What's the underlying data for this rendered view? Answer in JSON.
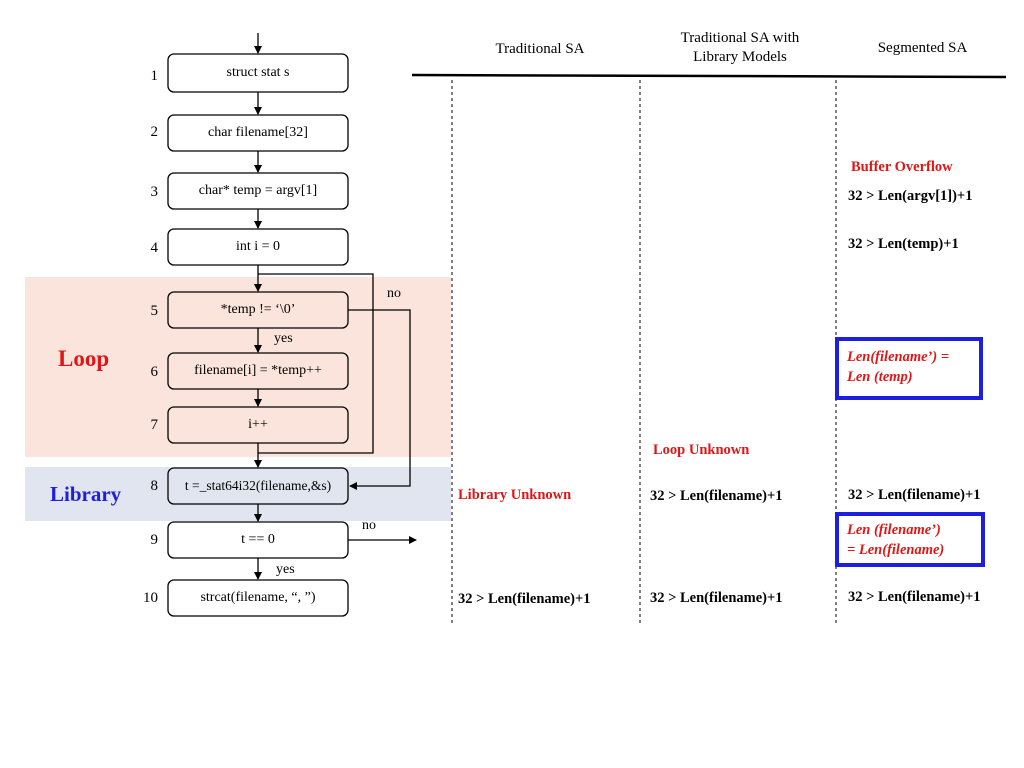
{
  "colors": {
    "loop_band": "#fbe4dc",
    "library_band": "#e1e5ef",
    "loop_label": "#e01616",
    "library_label": "#1d1fe0",
    "warning_text": "#e01616",
    "highlight_box": "#1d1fe0",
    "node_fill": "#ffffff",
    "line": "#000000"
  },
  "sections": {
    "loop_label": "Loop",
    "library_label": "Library"
  },
  "nodes": [
    {
      "num": "1",
      "text": "struct stat s"
    },
    {
      "num": "2",
      "text": "char filename[32]"
    },
    {
      "num": "3",
      "text": "char* temp = argv[1]"
    },
    {
      "num": "4",
      "text": "int i = 0"
    },
    {
      "num": "5",
      "text": "*temp != ‘\\0’"
    },
    {
      "num": "6",
      "text": "filename[i] = *temp++"
    },
    {
      "num": "7",
      "text": "i++"
    },
    {
      "num": "8",
      "text": "t =_stat64i32(filename,&s)"
    },
    {
      "num": "9",
      "text": "t == 0"
    },
    {
      "num": "10",
      "text": "strcat(filename, “, ”)"
    }
  ],
  "edge_labels": {
    "node5_yes": "yes",
    "node5_no": "no",
    "node9_yes": "yes",
    "node9_no": "no"
  },
  "columns": [
    {
      "header": "Traditional SA"
    },
    {
      "header_line1": "Traditional SA with",
      "header_line2": "Library Models"
    },
    {
      "header": "Segmented SA"
    }
  ],
  "traditional_sa": {
    "library_unknown": "Library Unknown",
    "line10": "32 > Len(filename)+1"
  },
  "library_models_sa": {
    "loop_unknown": "Loop Unknown",
    "line8": "32 > Len(filename)+1",
    "line10": "32 > Len(filename)+1"
  },
  "segmented_sa": {
    "buffer_overflow": "Buffer Overflow",
    "line3": "32 > Len(argv[1])+1",
    "line4": "32 > Len(temp)+1",
    "loop_summary_line1": "Len(filename’) =",
    "loop_summary_line2": "Len (temp)",
    "line8": "32 > Len(filename)+1",
    "library_summary_line1": "Len (filename’)",
    "library_summary_line2": "= Len(filename)",
    "line10": "32 > Len(filename)+1"
  }
}
